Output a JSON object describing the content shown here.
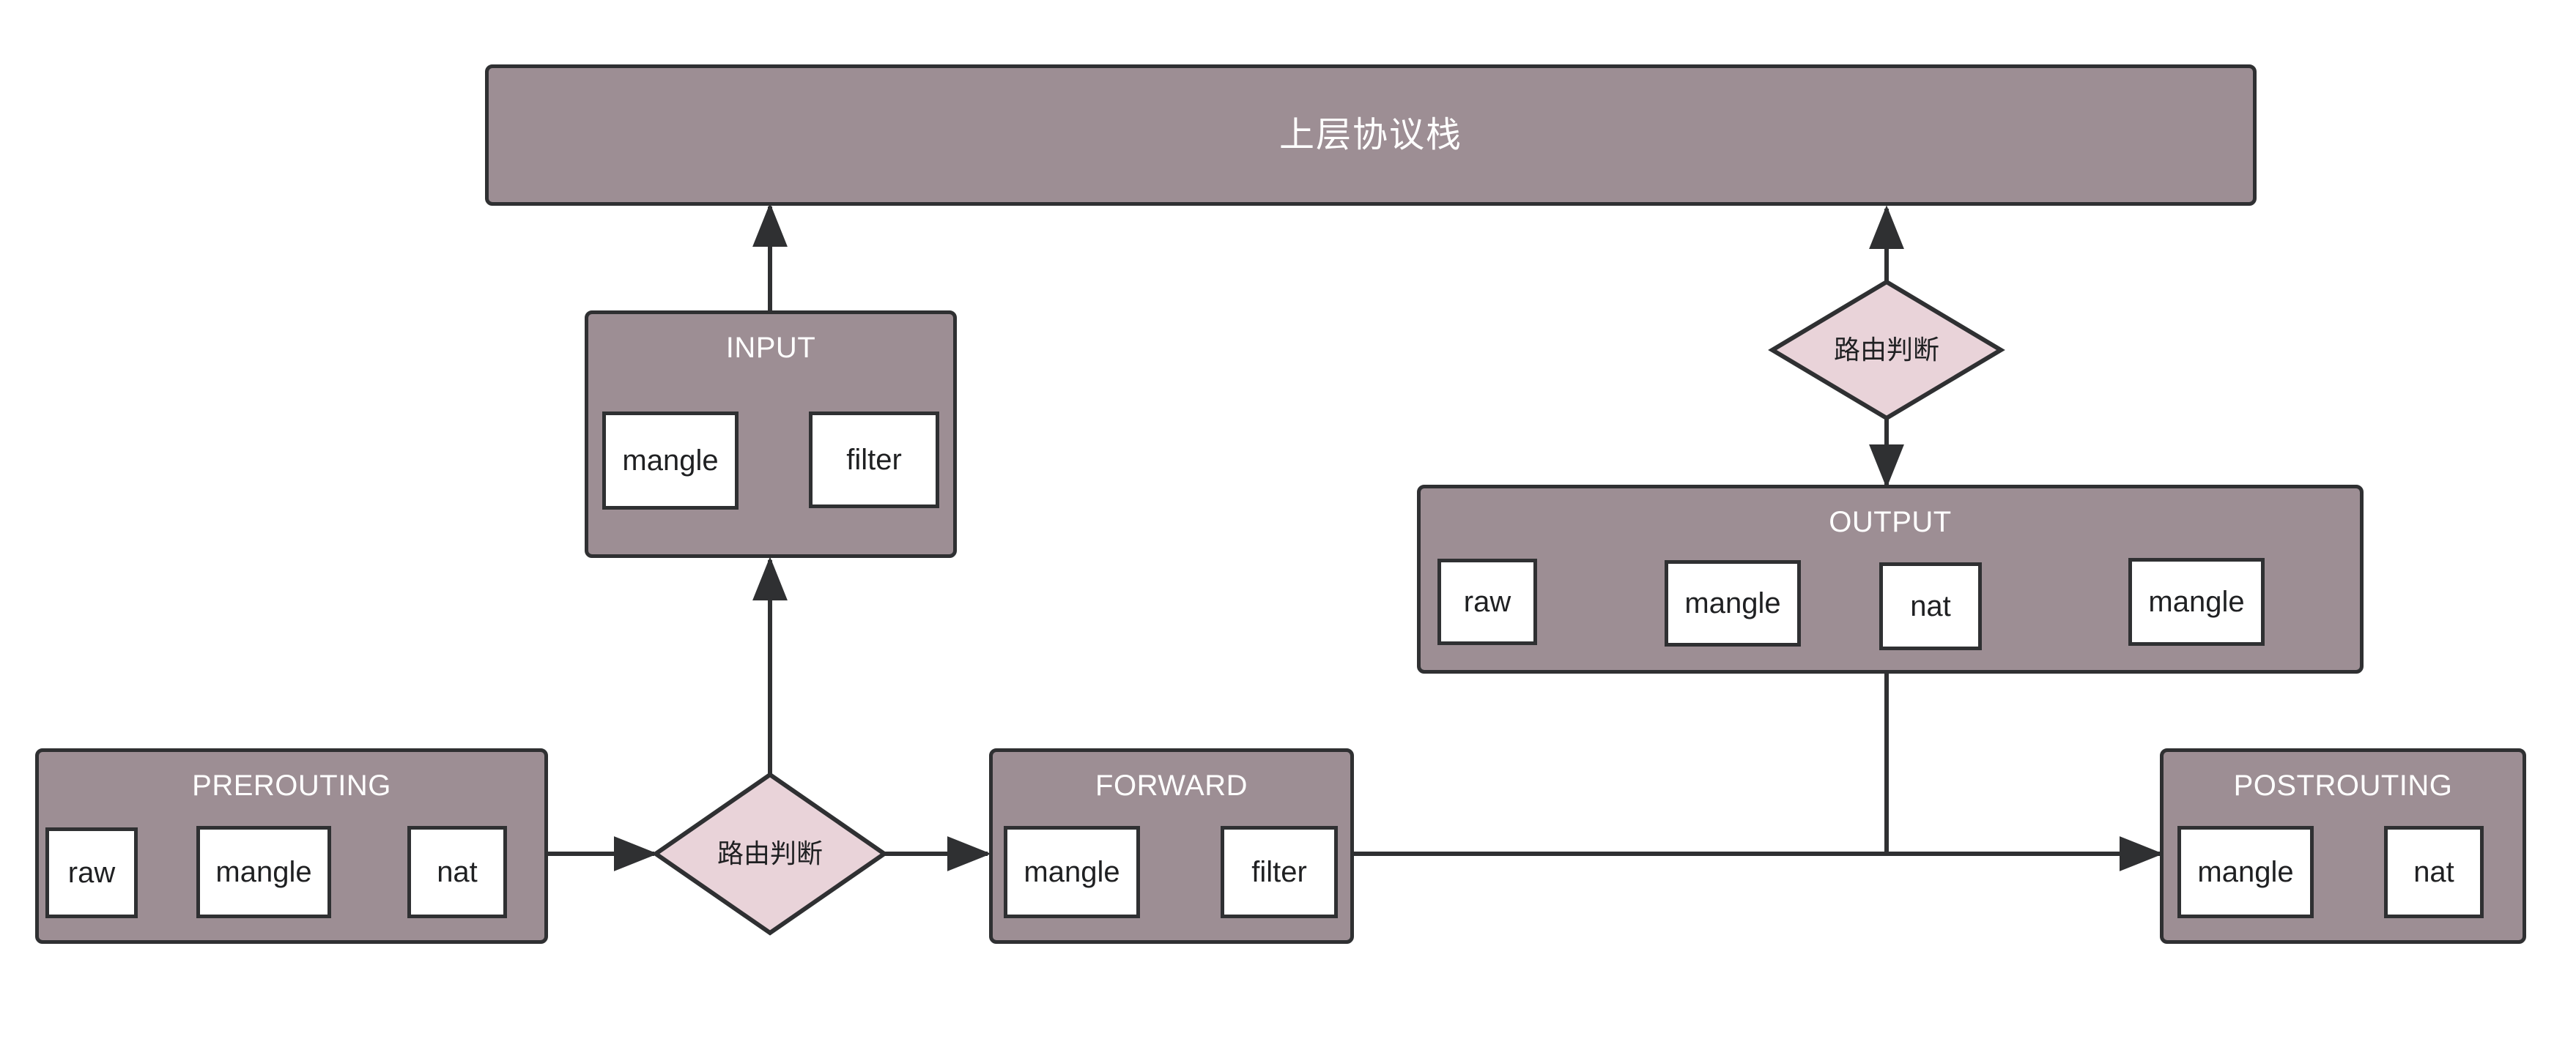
{
  "diagram": {
    "title": "iptables/netfilter packet flow",
    "colors": {
      "chain_fill": "#9d8e94",
      "chain_stroke": "#2f3032",
      "table_fill": "#ffffff",
      "table_stroke": "#2f3032",
      "decision_fill": "#e9d3d9",
      "decision_stroke": "#2f3032",
      "chain_label": "#ffffff",
      "table_label": "#1f2022",
      "arrow": "#2f3032",
      "background": "#ffffff"
    }
  },
  "upper_stack": {
    "label": "上层协议栈"
  },
  "chains": [
    {
      "id": "input",
      "label": "INPUT",
      "tables": [
        {
          "label": "mangle"
        },
        {
          "label": "filter"
        }
      ]
    },
    {
      "id": "output",
      "label": "OUTPUT",
      "tables": [
        {
          "label": "raw"
        },
        {
          "label": "mangle"
        },
        {
          "label": "nat"
        },
        {
          "label": "mangle"
        }
      ]
    },
    {
      "id": "prerouting",
      "label": "PREROUTING",
      "tables": [
        {
          "label": "raw"
        },
        {
          "label": "mangle"
        },
        {
          "label": "nat"
        }
      ]
    },
    {
      "id": "forward",
      "label": "FORWARD",
      "tables": [
        {
          "label": "mangle"
        },
        {
          "label": "filter"
        }
      ]
    },
    {
      "id": "postrouting",
      "label": "POSTROUTING",
      "tables": [
        {
          "label": "mangle"
        },
        {
          "label": "nat"
        }
      ]
    }
  ],
  "decisions": [
    {
      "id": "route-decision-left",
      "label": "路由判断"
    },
    {
      "id": "route-decision-right",
      "label": "路由判断"
    }
  ]
}
